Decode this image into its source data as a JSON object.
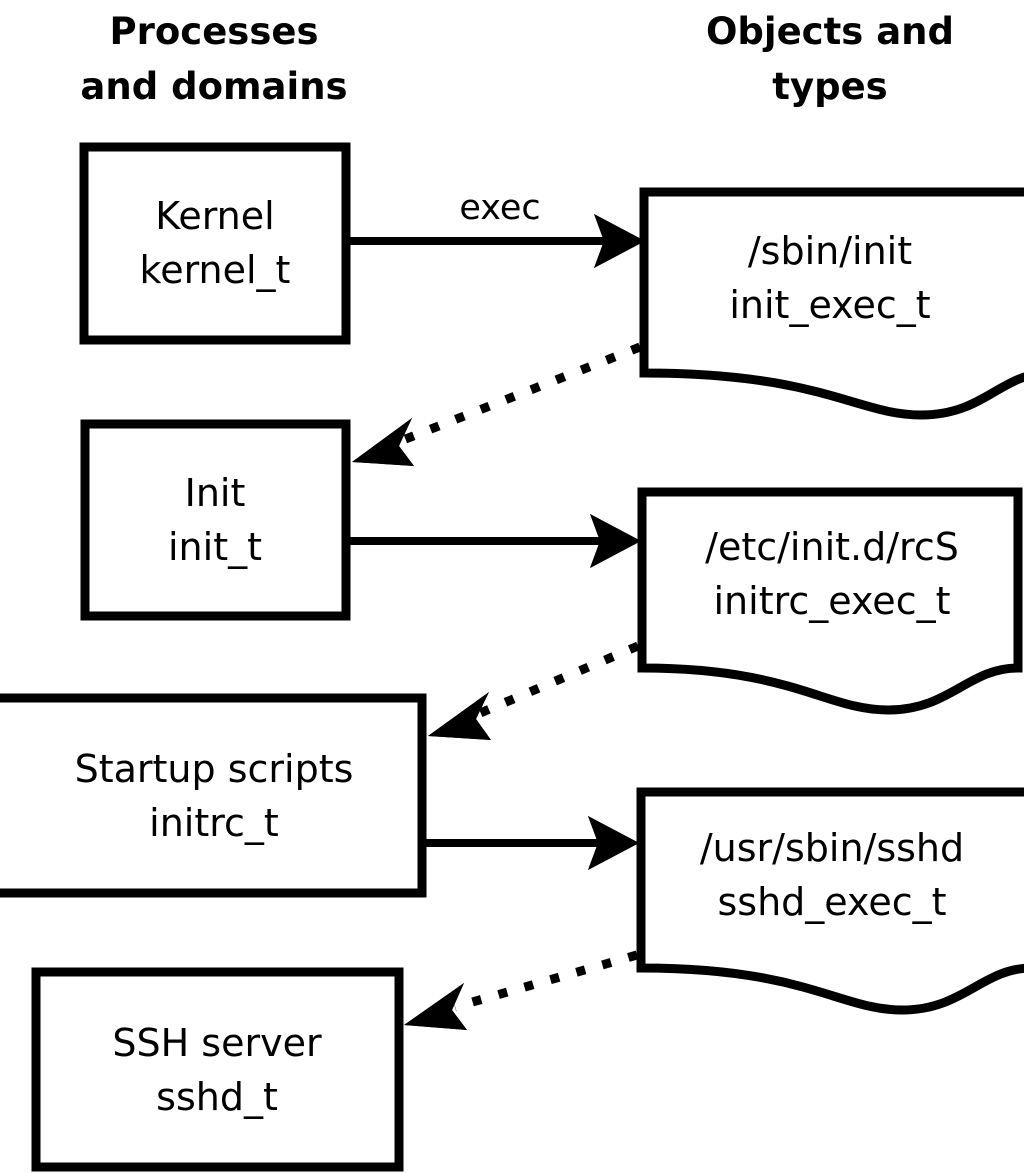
{
  "columns": {
    "left": {
      "line1": "Processes",
      "line2": "and domains"
    },
    "right": {
      "line1": "Objects and",
      "line2": "types"
    }
  },
  "colors": {
    "background": "#ffffff",
    "stroke": "#000000",
    "text": "#000000"
  },
  "process_nodes": [
    {
      "id": "kernel",
      "line1": "Kernel",
      "line2": "kernel_t"
    },
    {
      "id": "init",
      "line1": "Init",
      "line2": "init_t"
    },
    {
      "id": "initrc",
      "line1": "Startup scripts",
      "line2": "initrc_t"
    },
    {
      "id": "sshd",
      "line1": "SSH server",
      "line2": "sshd_t"
    }
  ],
  "object_nodes": [
    {
      "id": "init_exec",
      "line1": "/sbin/init",
      "line2": "init_exec_t"
    },
    {
      "id": "initrc_exec",
      "line1": "/etc/init.d/rcS",
      "line2": "initrc_exec_t"
    },
    {
      "id": "sshd_exec",
      "line1": "/usr/sbin/sshd",
      "line2": "sshd_exec_t"
    }
  ],
  "edges": [
    {
      "id": "kernel-to-init_exec",
      "label": "exec",
      "style": "solid",
      "direction": "right"
    },
    {
      "id": "init_exec-to-init",
      "label": "",
      "style": "dotted",
      "direction": "left"
    },
    {
      "id": "init-to-initrc_exec",
      "label": "",
      "style": "solid",
      "direction": "right"
    },
    {
      "id": "initrc_exec-to-initrc",
      "label": "",
      "style": "dotted",
      "direction": "left"
    },
    {
      "id": "initrc-to-sshd_exec",
      "label": "",
      "style": "solid",
      "direction": "right"
    },
    {
      "id": "sshd_exec-to-sshd",
      "label": "",
      "style": "dotted",
      "direction": "left"
    }
  ]
}
